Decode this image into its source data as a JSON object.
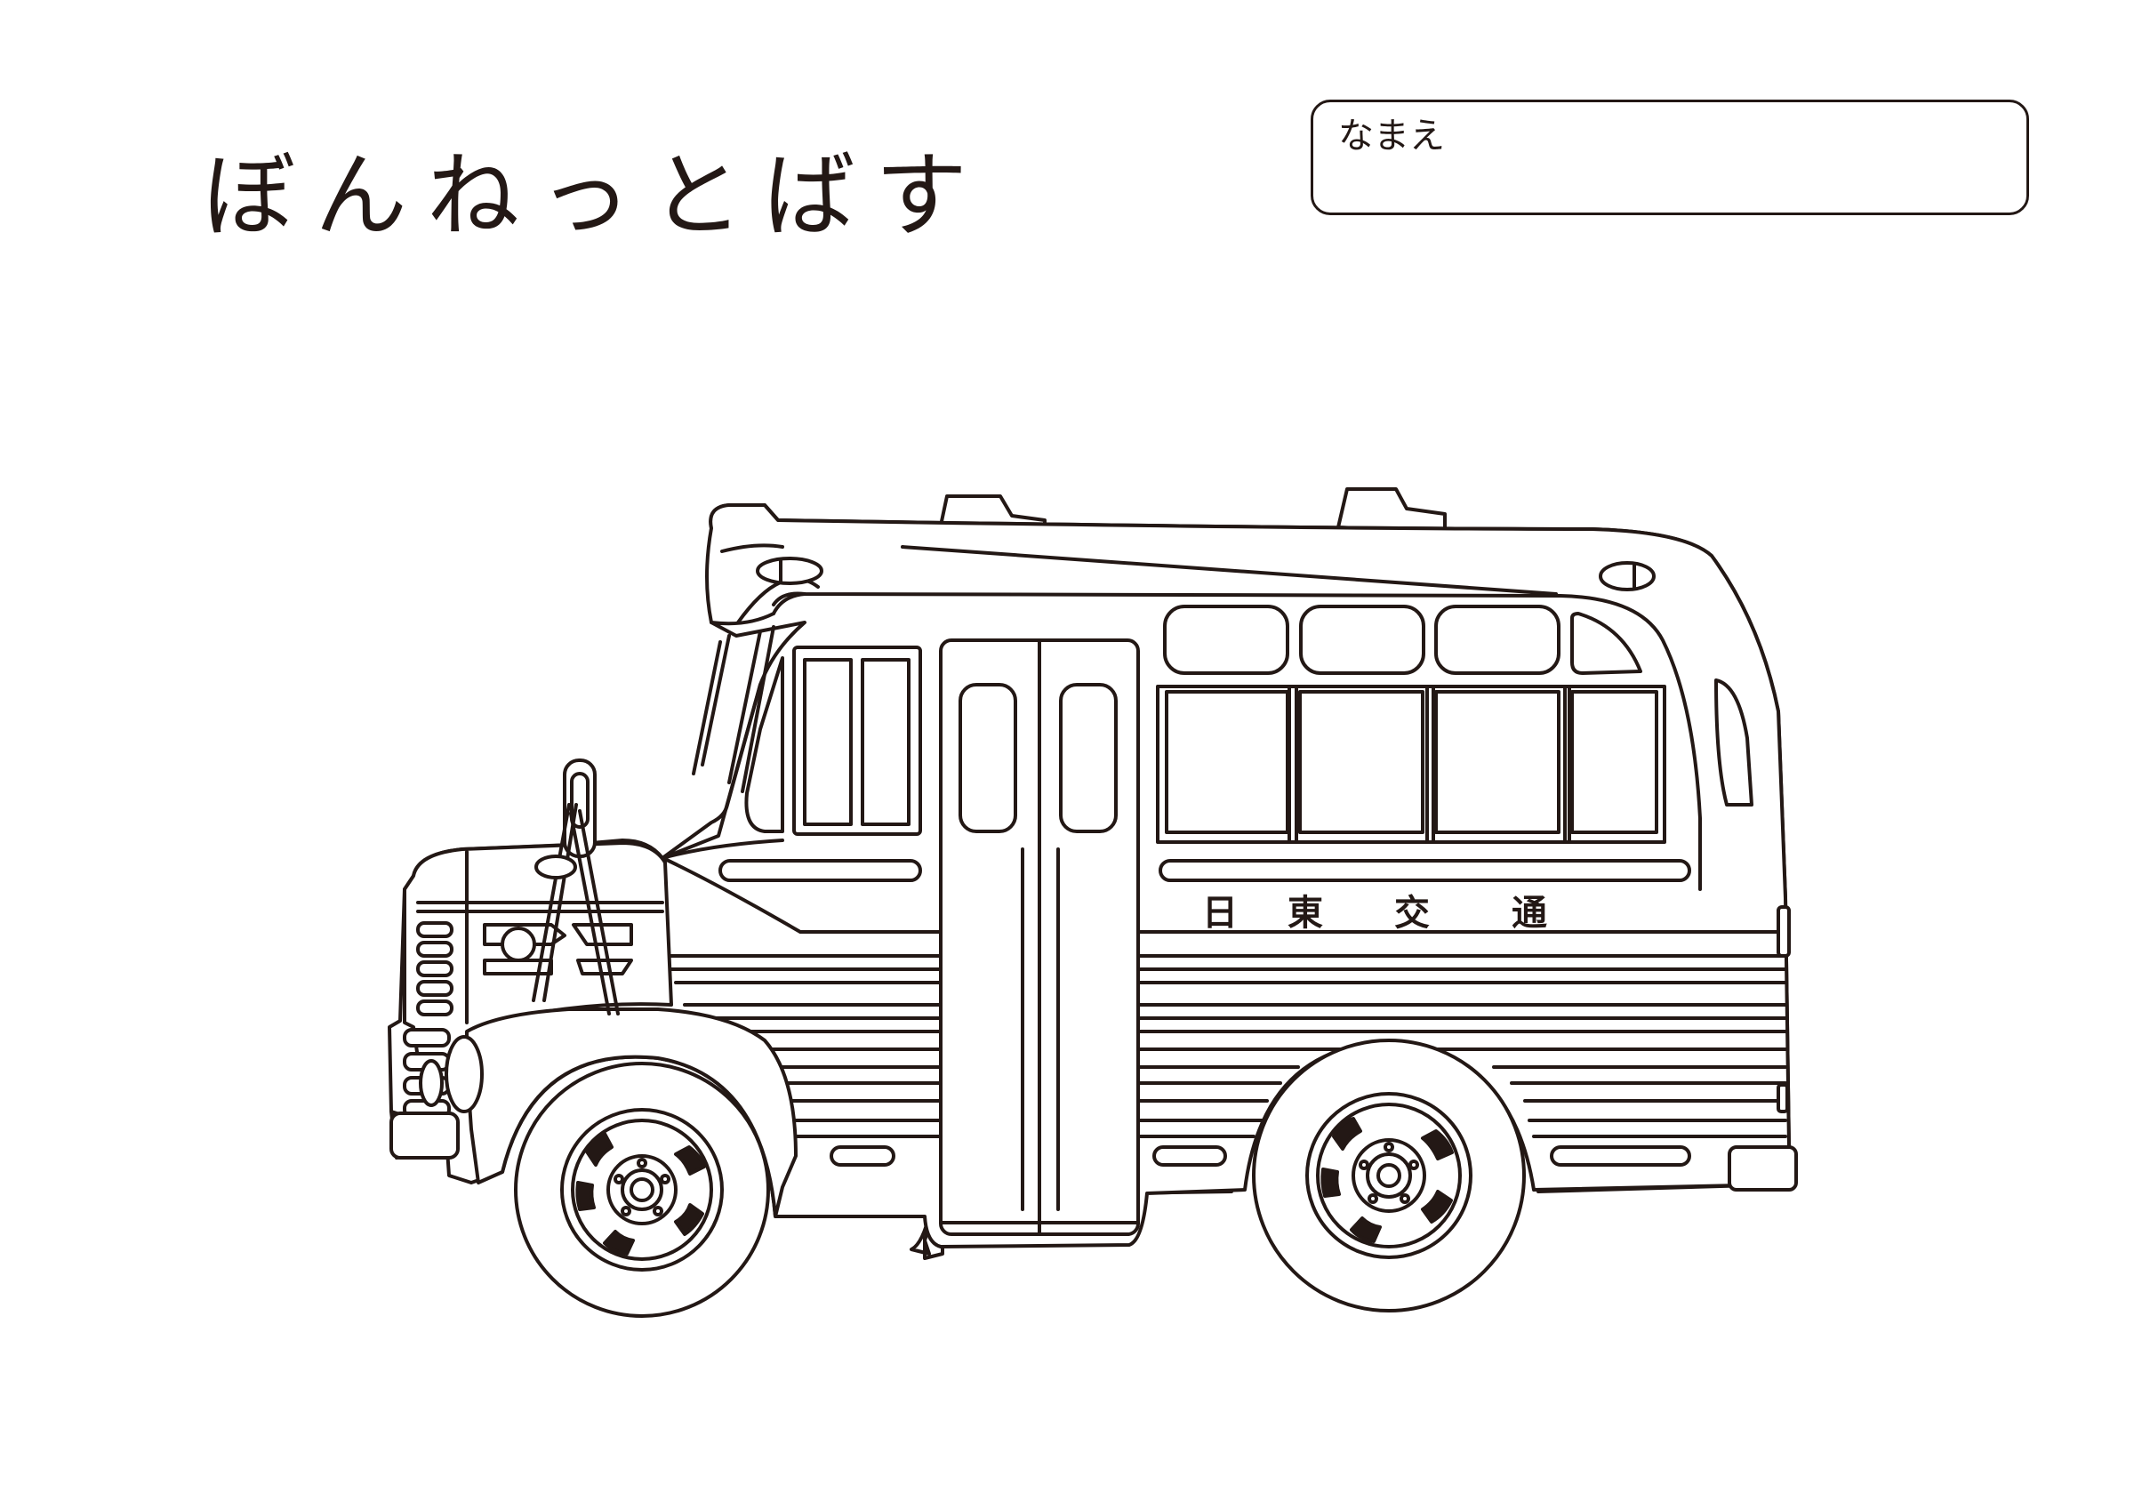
{
  "page": {
    "title": "ぼんねっとばす",
    "name_label": "なまえ"
  },
  "bus": {
    "company_chars": [
      "日",
      "東",
      "交",
      "通"
    ]
  },
  "colors": {
    "ink": "#231815",
    "paper": "#ffffff"
  }
}
